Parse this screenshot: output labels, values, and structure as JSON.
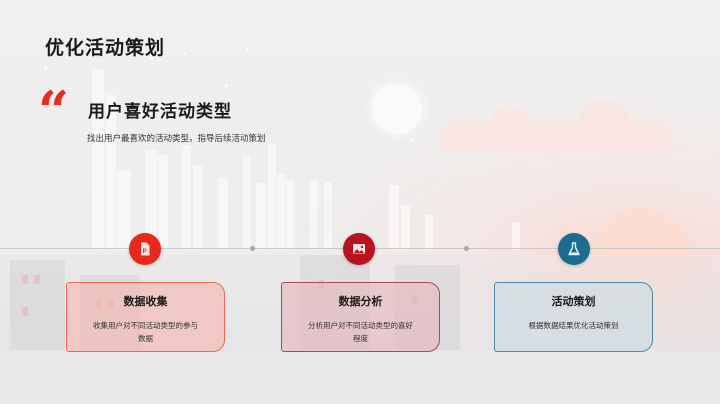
{
  "slide": {
    "title": "优化活动策划",
    "quote_icon": "left-double-quote-icon",
    "subtitle": "用户喜好活动类型",
    "description": "找出用户最喜欢的活动类型，指导后续活动策划"
  },
  "timeline": {
    "steps": [
      {
        "icon": "document-p-icon",
        "color": "#e8281a",
        "title": "数据收集",
        "text": "收集用户对不同活动类型的参与数据",
        "card_bg": "rgba(246,180,172,0.6)",
        "card_border": "#e86a5a"
      },
      {
        "icon": "image-icon",
        "color": "#b8141f",
        "title": "数据分析",
        "text": "分析用户对不同活动类型的喜好程度",
        "card_bg": "rgba(232,182,186,0.6)",
        "card_border": "#b04650"
      },
      {
        "icon": "flask-icon",
        "color": "#1a6d8c",
        "title": "活动策划",
        "text": "根据数据结果优化活动策划",
        "card_bg": "rgba(200,220,228,0.6)",
        "card_border": "#4a8aa6"
      }
    ]
  }
}
